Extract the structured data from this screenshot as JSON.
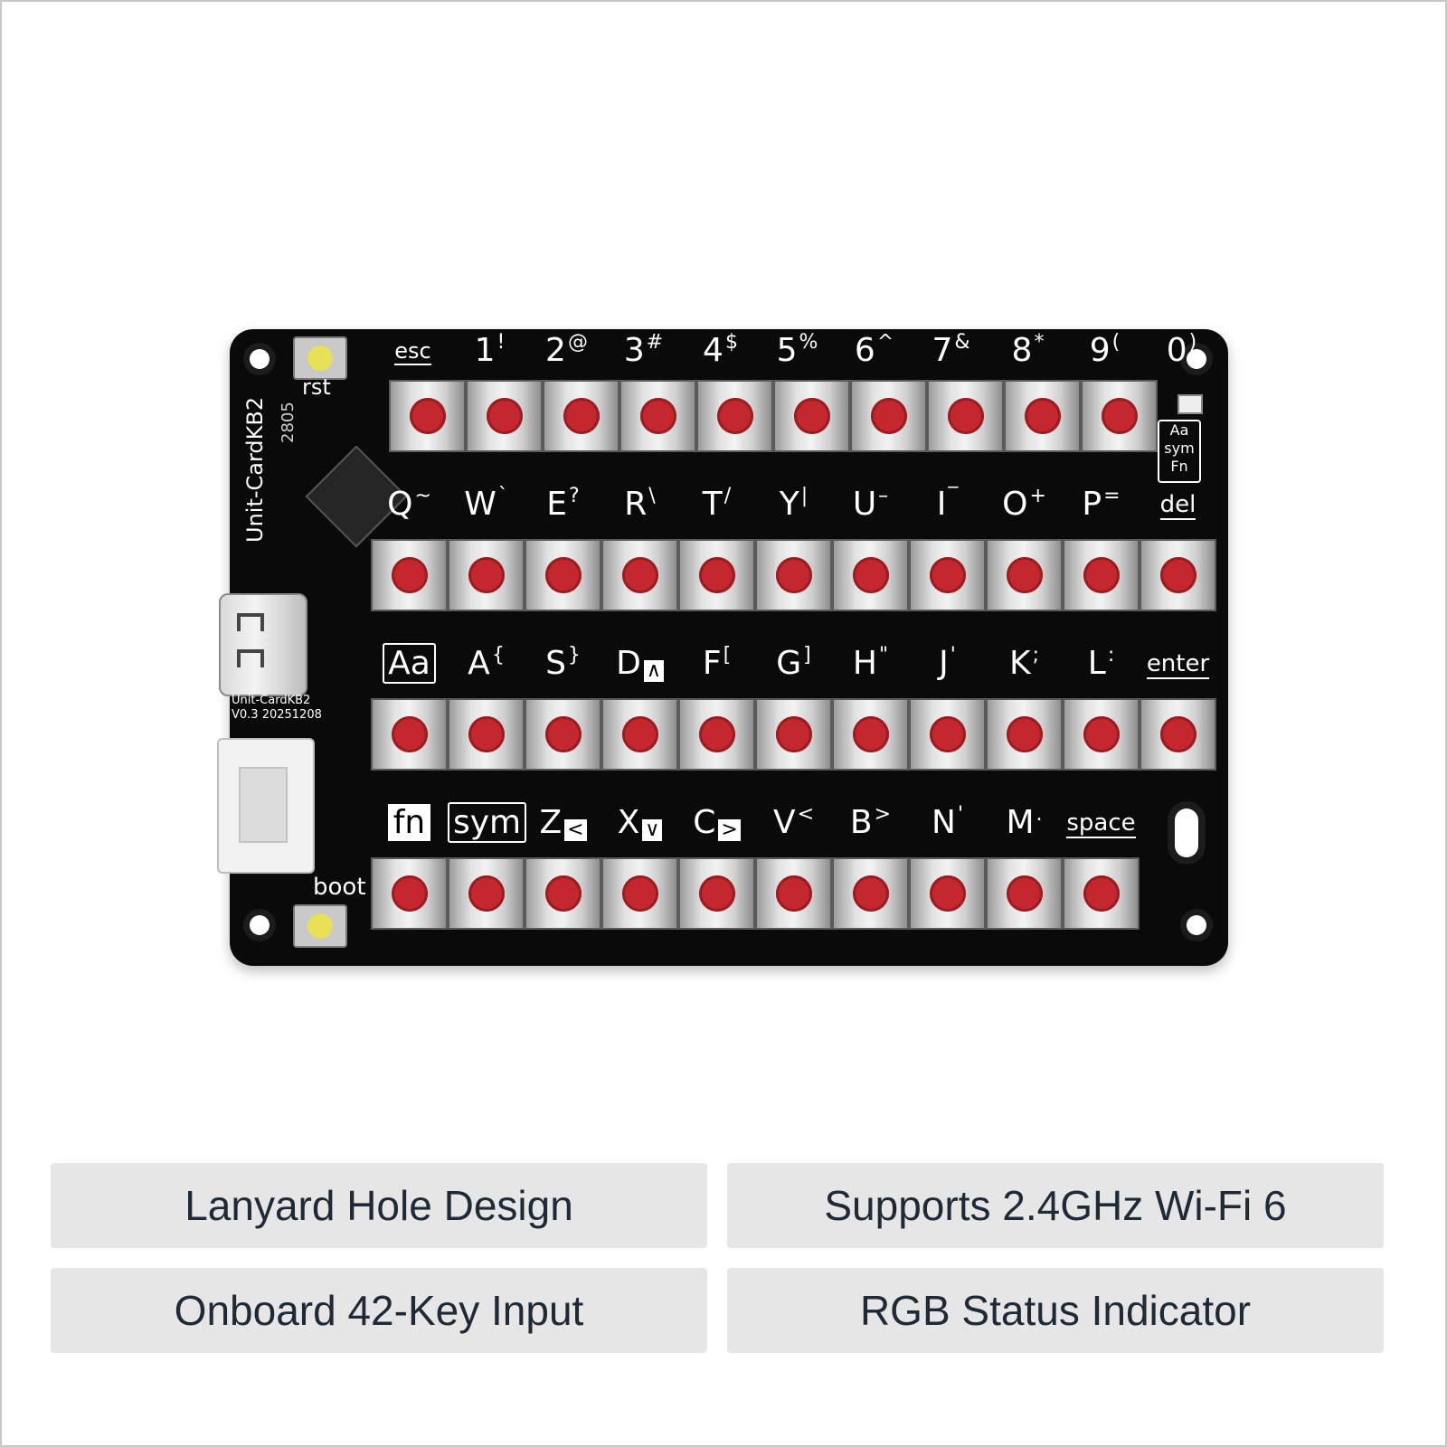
{
  "board": {
    "silk_name": "Unit-CardKB2",
    "silk_version_line1": "Unit-CardKB2",
    "silk_version_line2": "V0.3 20251208",
    "chip_code": "2805",
    "rst_label": "rst",
    "boot_label": "boot",
    "mode_badge": [
      "Aa",
      "sym",
      "Fn"
    ]
  },
  "keyboard": {
    "row1": [
      {
        "main": "esc",
        "style": "boxed-small"
      },
      {
        "main": "1",
        "sup": "!"
      },
      {
        "main": "2",
        "sup": "@"
      },
      {
        "main": "3",
        "sup": "#"
      },
      {
        "main": "4",
        "sup": "$"
      },
      {
        "main": "5",
        "sup": "%"
      },
      {
        "main": "6",
        "sup": "^"
      },
      {
        "main": "7",
        "sup": "&"
      },
      {
        "main": "8",
        "sup": "*"
      },
      {
        "main": "9",
        "sup": "("
      },
      {
        "main": "0",
        "sup": ")"
      }
    ],
    "row2": [
      {
        "main": "Q",
        "sup": "~"
      },
      {
        "main": "W",
        "sup": "`"
      },
      {
        "main": "E",
        "sup": "?"
      },
      {
        "main": "R",
        "sup": "\\"
      },
      {
        "main": "T",
        "sup": "/"
      },
      {
        "main": "Y",
        "sup": "|"
      },
      {
        "main": "U",
        "sup": "–"
      },
      {
        "main": "I",
        "sup": "‾"
      },
      {
        "main": "O",
        "sup": "+"
      },
      {
        "main": "P",
        "sup": "="
      },
      {
        "main": "del"
      }
    ],
    "row3": [
      {
        "main": "Aa"
      },
      {
        "main": "A",
        "sup": "{"
      },
      {
        "main": "S",
        "sup": "}"
      },
      {
        "main": "D",
        "arrow": "∧"
      },
      {
        "main": "F",
        "sup": "["
      },
      {
        "main": "G",
        "sup": "]"
      },
      {
        "main": "H",
        "sup": "\""
      },
      {
        "main": "J",
        "sup": "'"
      },
      {
        "main": "K",
        "sup": ";"
      },
      {
        "main": "L",
        "sup": ":"
      },
      {
        "main": "enter"
      }
    ],
    "row4": [
      {
        "main": "fn"
      },
      {
        "main": "sym"
      },
      {
        "main": "Z",
        "arrow": "<"
      },
      {
        "main": "X",
        "arrow": "∨"
      },
      {
        "main": "C",
        "arrow": ">"
      },
      {
        "main": "V",
        "sup": "<"
      },
      {
        "main": "B",
        "sup": ">"
      },
      {
        "main": "N",
        "sup": "'"
      },
      {
        "main": "M",
        "sup": "."
      },
      {
        "main": "space"
      }
    ],
    "key_rows": [
      10,
      11,
      11,
      10
    ],
    "cap_color": "#c4272d"
  },
  "features": [
    "Lanyard Hole Design",
    "Supports 2.4GHz Wi-Fi 6",
    "Onboard 42-Key Input",
    "RGB Status Indicator"
  ]
}
